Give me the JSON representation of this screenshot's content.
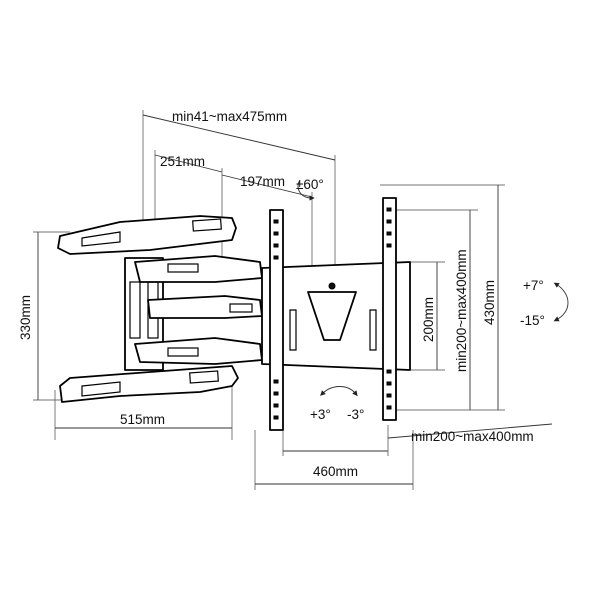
{
  "dimensions": {
    "arm_extension": "min41~max475mm",
    "arm_length_1": "251mm",
    "arm_length_2": "197mm",
    "swivel": "±60°",
    "height_wall_plate": "330mm",
    "width_wall_plate": "515mm",
    "bracket_width": "460mm",
    "vesa_vertical_fixed": "200mm",
    "vesa_vertical_range": "min200~max400mm",
    "bracket_height": "430mm",
    "vesa_horizontal_range": "min200~max400mm",
    "tilt_up": "+7°",
    "tilt_down": "-15°",
    "level_plus": "+3°",
    "level_minus": "-3°"
  }
}
